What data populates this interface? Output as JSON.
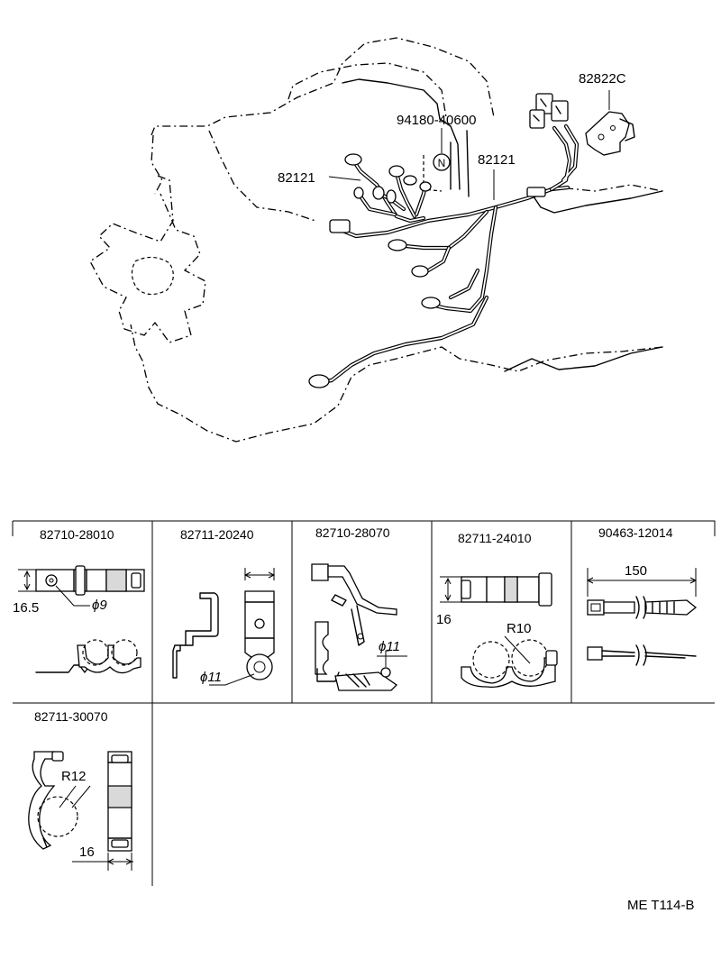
{
  "callouts": {
    "connector_bracket": "82822C",
    "grommet_nut": "94180-40600",
    "harness_left": "82121",
    "harness_right": "82121",
    "nut_symbol": "N"
  },
  "parts_table": {
    "cells": [
      {
        "part_number": "82710-28010",
        "dims": [
          "16.5",
          "ϕ9"
        ]
      },
      {
        "part_number": "82711-20240",
        "dims": [
          "ϕ11"
        ]
      },
      {
        "part_number": "82710-28070",
        "dims": [
          "ϕ11"
        ]
      },
      {
        "part_number": "82711-24010",
        "dims": [
          "16",
          "R10"
        ]
      },
      {
        "part_number": "90463-12014",
        "dims": [
          "150"
        ]
      },
      {
        "part_number": "82711-30070",
        "dims": [
          "R12",
          "16"
        ]
      }
    ]
  },
  "footer": {
    "ref_code": "ME T114-B"
  }
}
